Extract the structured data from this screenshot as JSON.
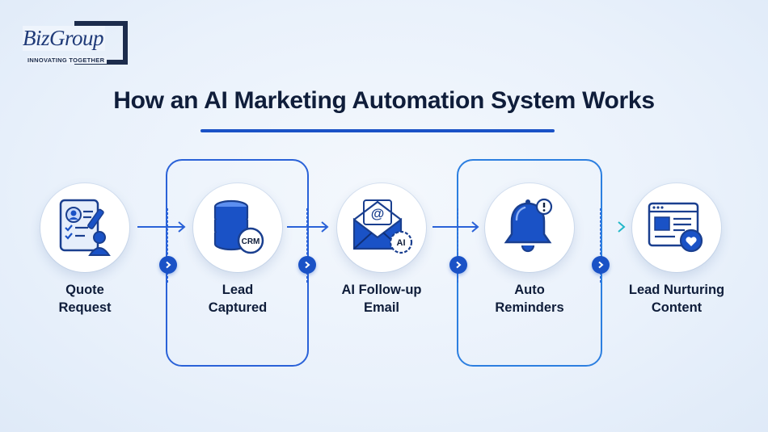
{
  "logo": {
    "brand": "BizGroup",
    "tagline": "INNOVATING TOGETHER"
  },
  "title": "How an AI Marketing Automation System Works",
  "steps": [
    {
      "line1": "Quote",
      "line2": "Request",
      "icon": "quote-request-form-icon"
    },
    {
      "line1": "Lead",
      "line2": "Captured",
      "icon": "crm-database-icon",
      "badge": "CRM"
    },
    {
      "line1": "AI Follow-up",
      "line2": "Email",
      "icon": "ai-email-icon",
      "badge": "AI"
    },
    {
      "line1": "Auto",
      "line2": "Reminders",
      "icon": "bell-alert-icon"
    },
    {
      "line1": "Lead Nurturing",
      "line2": "Content",
      "icon": "content-heart-icon"
    }
  ],
  "colors": {
    "primary": "#1a52c6",
    "heading": "#0f1d3a",
    "accent_teal": "#22b8c9",
    "background": "#e9f1fb"
  }
}
